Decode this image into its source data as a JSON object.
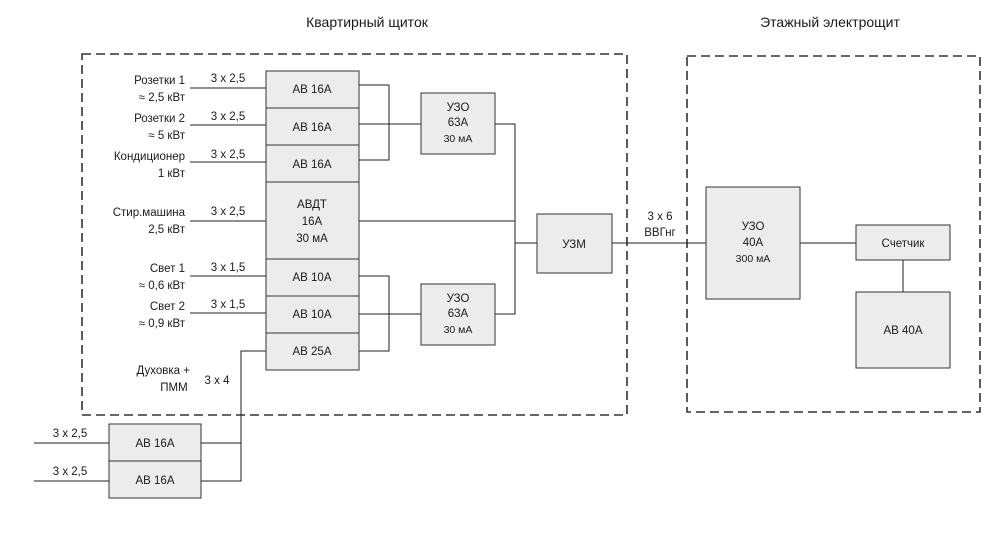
{
  "titles": {
    "apartment_panel": "Квартирный щиток",
    "floor_panel": "Этажный электрощит"
  },
  "consumers": [
    {
      "name": "Розетки 1",
      "power": "≈ 2,5 кВт",
      "cable": "3 х 2,5"
    },
    {
      "name": "Розетки 2",
      "power": "≈ 5 кВт",
      "cable": "3 х 2,5"
    },
    {
      "name": "Кондиционер",
      "power": "1 кВт",
      "cable": "3 х 2,5"
    },
    {
      "name": "Стир.машина",
      "power": "2,5 кВт",
      "cable": "3 х 2,5"
    },
    {
      "name": "Свет 1",
      "power": "≈ 0,6 кВт",
      "cable": "3 х 1,5"
    },
    {
      "name": "Свет 2",
      "power": "≈ 0,9 кВт",
      "cable": "3 х 1,5"
    },
    {
      "name": "Духовка +",
      "power": "ПММ",
      "cable": "3 х 4"
    }
  ],
  "breakers": {
    "sockets1": "АВ 16А",
    "sockets2": "АВ 16А",
    "conditioner": "АВ 16А",
    "washer": {
      "line1": "АВДТ",
      "line2": "16А",
      "line3": "30 мА"
    },
    "light1": "АВ 10А",
    "light2": "АВ 10А",
    "oven": "АВ 25А",
    "ext1": "АВ 16А",
    "ext2": "АВ 16А"
  },
  "external_cables": {
    "ext1": "3 х 2,5",
    "ext2": "3 х 2,5"
  },
  "rcd_top": {
    "line1": "УЗО",
    "line2": "63А",
    "line3": "30 мА"
  },
  "rcd_bottom": {
    "line1": "УЗО",
    "line2": "63А",
    "line3": "30 мА"
  },
  "uzm": "УЗМ",
  "input_cable": {
    "line1": "3 х 6",
    "line2": "ВВГнг"
  },
  "rcd_main": {
    "line1": "УЗО",
    "line2": "40А",
    "line3": "300 мА"
  },
  "meter": "Счетчик",
  "main_breaker": "АВ 40А"
}
